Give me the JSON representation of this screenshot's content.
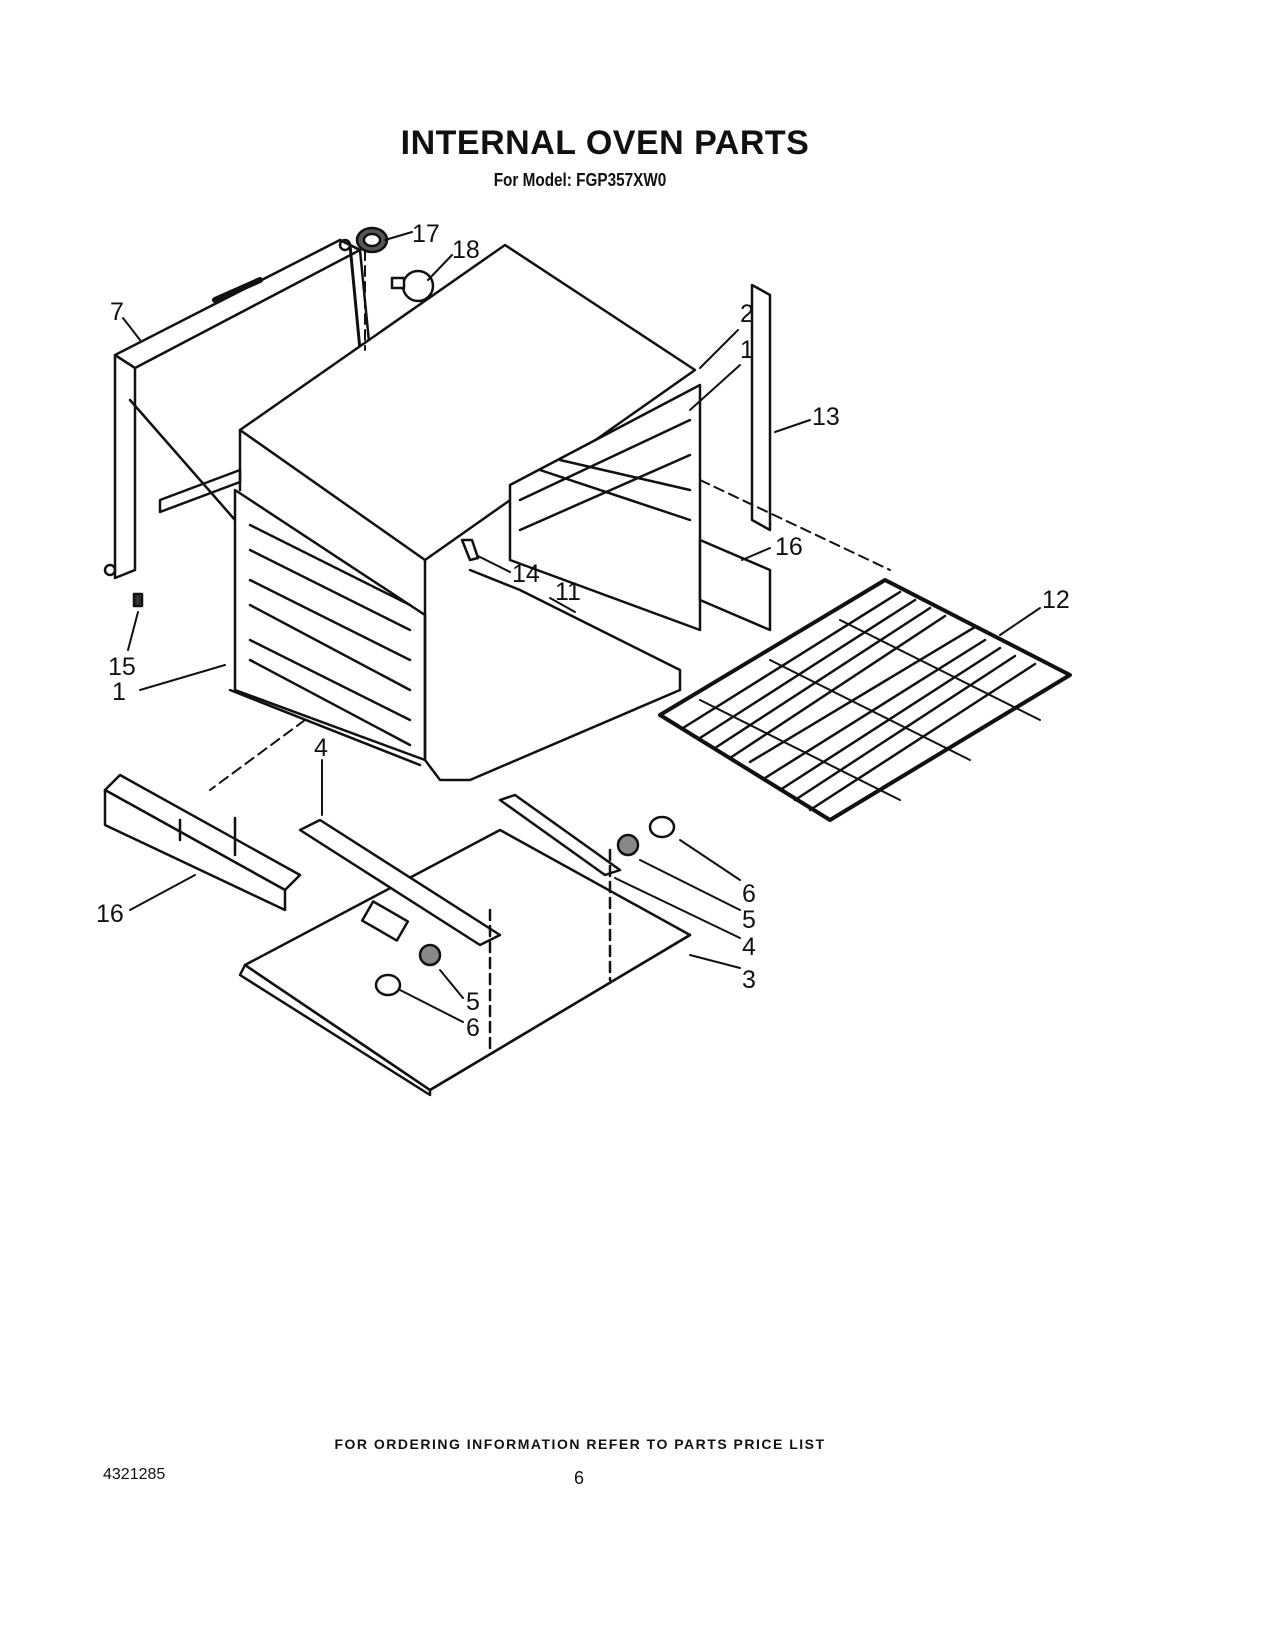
{
  "header": {
    "title": "INTERNAL OVEN PARTS",
    "subtitle": "For Model: FGP357XW0"
  },
  "callouts": [
    {
      "id": "c17",
      "label": "17"
    },
    {
      "id": "c18",
      "label": "18"
    },
    {
      "id": "c7",
      "label": "7"
    },
    {
      "id": "c2",
      "label": "2"
    },
    {
      "id": "c1a",
      "label": "1"
    },
    {
      "id": "c13",
      "label": "13"
    },
    {
      "id": "c16a",
      "label": "16"
    },
    {
      "id": "c14",
      "label": "14"
    },
    {
      "id": "c11",
      "label": "11"
    },
    {
      "id": "c12",
      "label": "12"
    },
    {
      "id": "c15",
      "label": "15"
    },
    {
      "id": "c1b",
      "label": "1"
    },
    {
      "id": "c4a",
      "label": "4"
    },
    {
      "id": "c16b",
      "label": "16"
    },
    {
      "id": "c6a",
      "label": "6"
    },
    {
      "id": "c5a",
      "label": "5"
    },
    {
      "id": "c4b",
      "label": "4"
    },
    {
      "id": "c3",
      "label": "3"
    },
    {
      "id": "c5b",
      "label": "5"
    },
    {
      "id": "c6b",
      "label": "6"
    }
  ],
  "footer": {
    "ordering_note": "FOR ORDERING INFORMATION REFER TO PARTS PRICE LIST",
    "document_number": "4321285",
    "page_number": "6"
  }
}
